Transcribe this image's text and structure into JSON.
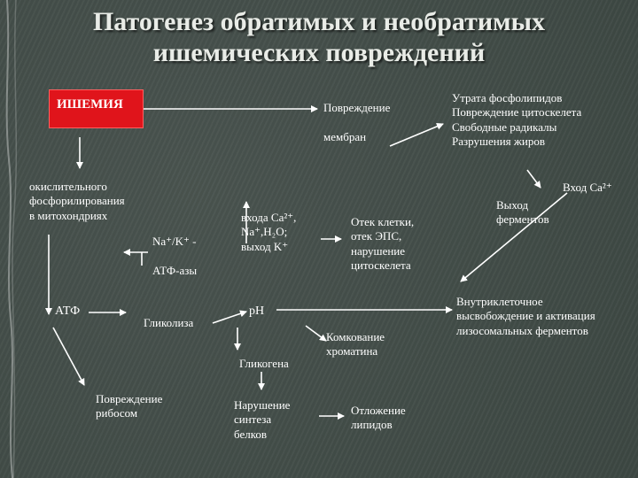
{
  "title": "Патогенез обратимых и необратимых\nишемических повреждений",
  "colors": {
    "background": "#3f4a45",
    "ischemia_box": "#e0141b",
    "text": "#ffffff",
    "arrow": "#ffffff"
  },
  "nodes": {
    "ischemia": "ИШЕМИЯ",
    "membrane_damage": "Повреждение\n\nмембран",
    "loss_phospholipids": "Утрата фосфолипидов\nПовреждение цитоскелета\nСвободные радикалы\nРазрушения жиров",
    "oxidative_phosphorylation": "окислительного\nфосфорилирования\nв митохондриях",
    "na_k_atpase": "Na⁺/K⁺ -\n\nАТФ-азы",
    "ca_entry": "входа Ca²⁺,\nNa⁺,H₂O;\nвыход K⁺",
    "cell_swelling": "Отек клетки,\nотек ЭПС,\nнарушение\nцитоскелета",
    "ca_entry_right": "Вход Ca²⁺",
    "enzyme_release": "Выход\nферментов",
    "atp": "АТФ",
    "glycolysis": "Гликолиза",
    "ph": "рН",
    "lysosomal": "Внутриклеточное\nвысвобождение и активация\nлизосомальных ферментов",
    "glycogen": "Гликогена",
    "chromatin": "Комкование\nхроматина",
    "ribosome_damage": "Повреждение\nрибосом",
    "protein_synthesis": "Нарушение\nсинтеза\nбелков",
    "lipid_deposition": "Отложение\nлипидов"
  }
}
